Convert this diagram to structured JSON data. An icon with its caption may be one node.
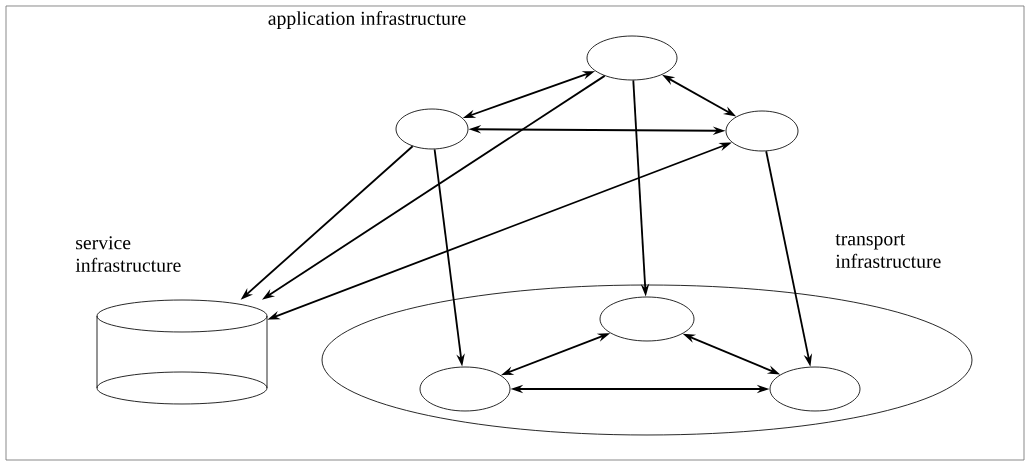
{
  "diagram": {
    "nodes": [
      {
        "text": [],
        "shape": "ellipse"
      },
      {
        "text": [],
        "shape": "ellipse"
      },
      {
        "text": [],
        "shape": "ellipse"
      },
      {
        "text": [],
        "shape": "cylinder"
      },
      {
        "text": [],
        "shape": "ellipse"
      },
      {
        "text": [],
        "shape": "ellipse",
        "in": 4
      },
      {
        "text": [],
        "shape": "ellipse",
        "in": 4
      },
      {
        "text": [],
        "shape": "ellipse",
        "in": 4
      }
    ],
    "edges": [
      {
        "from": 0,
        "to": 1,
        "arrow": "both"
      },
      {
        "from": 0,
        "to": 2,
        "arrow": "both"
      },
      {
        "from": 1,
        "to": 2,
        "arrow": "both"
      },
      {
        "from": 0,
        "to": 3,
        "arrow": "to"
      },
      {
        "from": 1,
        "to": 3,
        "arrow": "to"
      },
      {
        "from": 2,
        "to": 3,
        "arrow": "both"
      },
      {
        "from": 1,
        "to": 6,
        "arrow": "to"
      },
      {
        "from": 0,
        "to": 5,
        "arrow": "to"
      },
      {
        "from": 2,
        "to": 7,
        "arrow": "to"
      },
      {
        "from": 5,
        "to": 6,
        "arrow": "both"
      },
      {
        "from": 5,
        "to": 7,
        "arrow": "both"
      },
      {
        "from": 6,
        "to": 7,
        "arrow": "both"
      }
    ],
    "labels": [
      "application infrastructure",
      "service infrastructure",
      "transport infrastructure"
    ]
  }
}
